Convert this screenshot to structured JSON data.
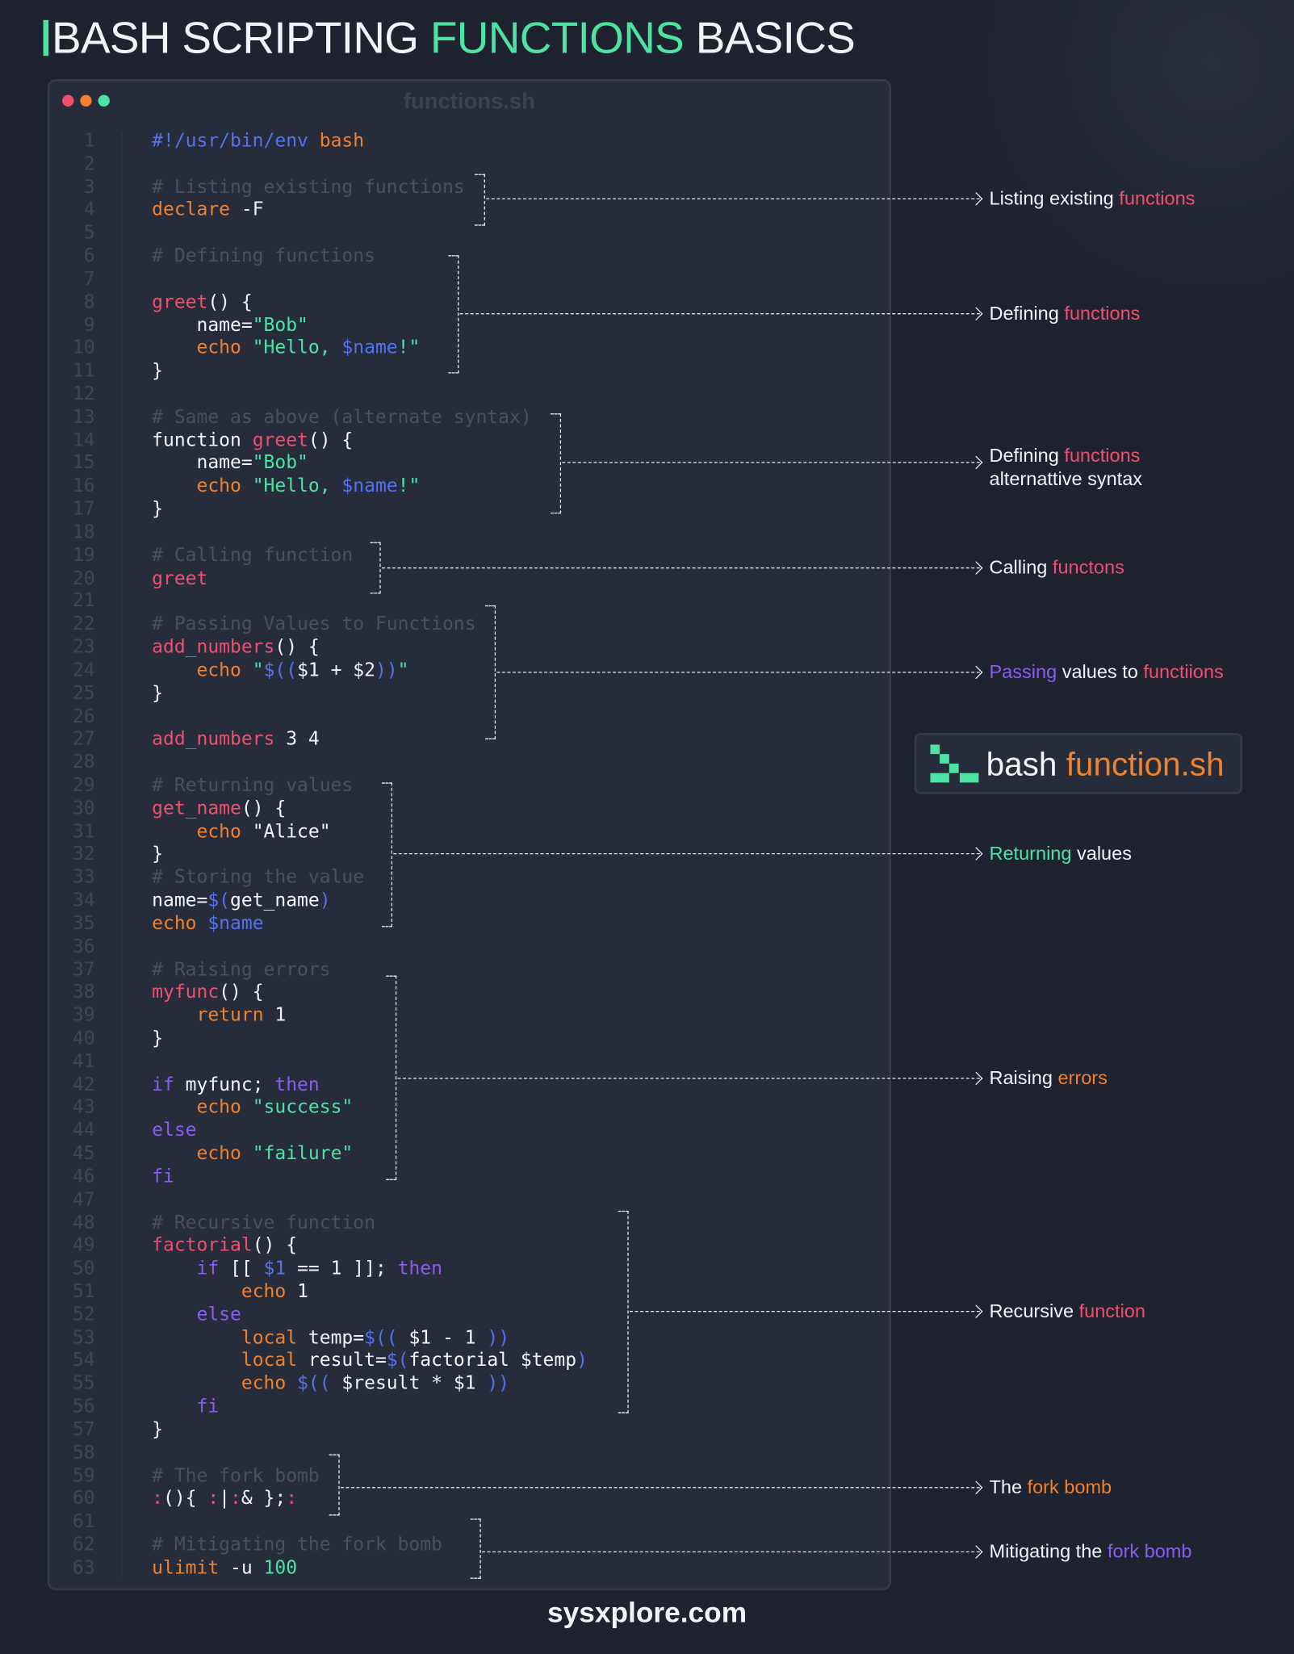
{
  "title": {
    "part1": "BASH SCRIPTING ",
    "part2": "FUNCTIONS",
    "part3": " BASICS"
  },
  "window": {
    "filename": "functions.sh"
  },
  "colors": {
    "red": "#f0506e",
    "orange": "#f0812d",
    "green": "#4fe3a3",
    "blue": "#5472f0",
    "purple": "#8a5cf2",
    "background": "#1f2330"
  },
  "code": {
    "lines": [
      {
        "n": "1",
        "tokens": [
          [
            "#!/usr/bin/env",
            "blue"
          ],
          [
            " bash",
            "orange"
          ]
        ]
      },
      {
        "n": "2",
        "tokens": []
      },
      {
        "n": "3",
        "tokens": [
          [
            "# Listing existing functions",
            "comment"
          ]
        ]
      },
      {
        "n": "4",
        "tokens": [
          [
            "declare",
            "orange"
          ],
          [
            " -F",
            "white"
          ]
        ]
      },
      {
        "n": "5",
        "tokens": []
      },
      {
        "n": "6",
        "tokens": [
          [
            "# Defining functions",
            "comment"
          ]
        ]
      },
      {
        "n": "7",
        "tokens": []
      },
      {
        "n": "8",
        "tokens": [
          [
            "greet",
            "pink"
          ],
          [
            "() {",
            "white"
          ]
        ]
      },
      {
        "n": "9",
        "tokens": [
          [
            "    name=",
            "white"
          ],
          [
            "\"Bob\"",
            "green"
          ]
        ]
      },
      {
        "n": "10",
        "tokens": [
          [
            "    ",
            "white"
          ],
          [
            "echo",
            "orange"
          ],
          [
            " \"Hello, ",
            "green"
          ],
          [
            "$name",
            "blue"
          ],
          [
            "!\"",
            "green"
          ]
        ]
      },
      {
        "n": "11",
        "tokens": [
          [
            "}",
            "white"
          ]
        ]
      },
      {
        "n": "12",
        "tokens": []
      },
      {
        "n": "13",
        "tokens": [
          [
            "# Same as above (alternate syntax)",
            "comment"
          ]
        ]
      },
      {
        "n": "14",
        "tokens": [
          [
            "function ",
            "white"
          ],
          [
            "greet",
            "pink"
          ],
          [
            "() {",
            "white"
          ]
        ]
      },
      {
        "n": "15",
        "tokens": [
          [
            "    name=",
            "white"
          ],
          [
            "\"Bob\"",
            "green"
          ]
        ]
      },
      {
        "n": "16",
        "tokens": [
          [
            "    ",
            "white"
          ],
          [
            "echo",
            "orange"
          ],
          [
            " \"Hello, ",
            "green"
          ],
          [
            "$name",
            "blue"
          ],
          [
            "!\"",
            "green"
          ]
        ]
      },
      {
        "n": "17",
        "tokens": [
          [
            "}",
            "white"
          ]
        ]
      },
      {
        "n": "18",
        "tokens": []
      },
      {
        "n": "19",
        "tokens": [
          [
            "# Calling function",
            "comment"
          ]
        ]
      },
      {
        "n": "20",
        "tokens": [
          [
            "greet",
            "pink"
          ]
        ]
      },
      {
        "n": "21",
        "tokens": []
      },
      {
        "n": "22",
        "tokens": [
          [
            "# Passing Values to Functions",
            "comment"
          ]
        ]
      },
      {
        "n": "23",
        "tokens": [
          [
            "add_numbers",
            "pink"
          ],
          [
            "() {",
            "white"
          ]
        ]
      },
      {
        "n": "24",
        "tokens": [
          [
            "    ",
            "white"
          ],
          [
            "echo",
            "orange"
          ],
          [
            " \"",
            "green"
          ],
          [
            "$((",
            "blue"
          ],
          [
            "$1 + $2",
            "white"
          ],
          [
            "))",
            "blue"
          ],
          [
            "\"",
            "green"
          ]
        ]
      },
      {
        "n": "25",
        "tokens": [
          [
            "}",
            "white"
          ]
        ]
      },
      {
        "n": "26",
        "tokens": []
      },
      {
        "n": "27",
        "tokens": [
          [
            "add_numbers",
            "pink"
          ],
          [
            " 3 4",
            "white"
          ]
        ]
      },
      {
        "n": "28",
        "tokens": []
      },
      {
        "n": "29",
        "tokens": [
          [
            "# Returning values",
            "comment"
          ]
        ]
      },
      {
        "n": "30",
        "tokens": [
          [
            "get_name",
            "pink"
          ],
          [
            "() {",
            "white"
          ]
        ]
      },
      {
        "n": "31",
        "tokens": [
          [
            "    ",
            "white"
          ],
          [
            "echo",
            "orange"
          ],
          [
            " \"Alice\"",
            "white"
          ]
        ]
      },
      {
        "n": "32",
        "tokens": [
          [
            "}",
            "white"
          ]
        ]
      },
      {
        "n": "33",
        "tokens": [
          [
            "# Storing the value",
            "comment"
          ]
        ]
      },
      {
        "n": "34",
        "tokens": [
          [
            "name=",
            "white"
          ],
          [
            "$(",
            "blue"
          ],
          [
            "get_name",
            "white"
          ],
          [
            ")",
            "blue"
          ]
        ]
      },
      {
        "n": "35",
        "tokens": [
          [
            "echo",
            "orange"
          ],
          [
            " $name",
            "blue"
          ]
        ]
      },
      {
        "n": "36",
        "tokens": []
      },
      {
        "n": "37",
        "tokens": [
          [
            "# Raising errors",
            "comment"
          ]
        ]
      },
      {
        "n": "38",
        "tokens": [
          [
            "myfunc",
            "pink"
          ],
          [
            "() {",
            "white"
          ]
        ]
      },
      {
        "n": "39",
        "tokens": [
          [
            "    ",
            "white"
          ],
          [
            "return",
            "orange"
          ],
          [
            " 1",
            "white"
          ]
        ]
      },
      {
        "n": "40",
        "tokens": [
          [
            "}",
            "white"
          ]
        ]
      },
      {
        "n": "41",
        "tokens": []
      },
      {
        "n": "42",
        "tokens": [
          [
            "if",
            "purple"
          ],
          [
            " myfunc; ",
            "white"
          ],
          [
            "then",
            "purple"
          ]
        ]
      },
      {
        "n": "43",
        "tokens": [
          [
            "    ",
            "white"
          ],
          [
            "echo",
            "orange"
          ],
          [
            " \"success\"",
            "green"
          ]
        ]
      },
      {
        "n": "44",
        "tokens": [
          [
            "else",
            "purple"
          ]
        ]
      },
      {
        "n": "45",
        "tokens": [
          [
            "    ",
            "white"
          ],
          [
            "echo",
            "orange"
          ],
          [
            " \"failure\"",
            "green"
          ]
        ]
      },
      {
        "n": "46",
        "tokens": [
          [
            "fi",
            "purple"
          ]
        ]
      },
      {
        "n": "47",
        "tokens": []
      },
      {
        "n": "48",
        "tokens": [
          [
            "# Recursive function",
            "comment"
          ]
        ]
      },
      {
        "n": "49",
        "tokens": [
          [
            "factorial",
            "pink"
          ],
          [
            "() {",
            "white"
          ]
        ]
      },
      {
        "n": "50",
        "tokens": [
          [
            "    ",
            "white"
          ],
          [
            "if",
            "purple"
          ],
          [
            " [[ ",
            "white"
          ],
          [
            "$1",
            "blue"
          ],
          [
            " == 1 ]]; ",
            "white"
          ],
          [
            "then",
            "purple"
          ]
        ]
      },
      {
        "n": "51",
        "tokens": [
          [
            "        ",
            "white"
          ],
          [
            "echo",
            "orange"
          ],
          [
            " 1",
            "white"
          ]
        ]
      },
      {
        "n": "52",
        "tokens": [
          [
            "    ",
            "white"
          ],
          [
            "else",
            "purple"
          ]
        ]
      },
      {
        "n": "53",
        "tokens": [
          [
            "        ",
            "white"
          ],
          [
            "local",
            "orange"
          ],
          [
            " temp=",
            "white"
          ],
          [
            "$((",
            "blue"
          ],
          [
            " $1 - 1 ",
            "white"
          ],
          [
            "))",
            "blue"
          ]
        ]
      },
      {
        "n": "54",
        "tokens": [
          [
            "        ",
            "white"
          ],
          [
            "local",
            "orange"
          ],
          [
            " result=",
            "white"
          ],
          [
            "$(",
            "blue"
          ],
          [
            "factorial $temp",
            "white"
          ],
          [
            ")",
            "blue"
          ]
        ]
      },
      {
        "n": "55",
        "tokens": [
          [
            "        ",
            "white"
          ],
          [
            "echo",
            "orange"
          ],
          [
            " ",
            "white"
          ],
          [
            "$((",
            "blue"
          ],
          [
            " $result * $1 ",
            "white"
          ],
          [
            "))",
            "blue"
          ]
        ]
      },
      {
        "n": "56",
        "tokens": [
          [
            "    ",
            "white"
          ],
          [
            "fi",
            "purple"
          ]
        ]
      },
      {
        "n": "57",
        "tokens": [
          [
            "}",
            "white"
          ]
        ]
      },
      {
        "n": "58",
        "tokens": []
      },
      {
        "n": "59",
        "tokens": [
          [
            "# The fork bomb",
            "comment"
          ]
        ]
      },
      {
        "n": "60",
        "tokens": [
          [
            ":",
            "pink"
          ],
          [
            "(){ ",
            "white"
          ],
          [
            ":",
            "pink"
          ],
          [
            "|",
            "white"
          ],
          [
            ":",
            "pink"
          ],
          [
            "& };",
            "white"
          ],
          [
            ":",
            "pink"
          ]
        ]
      },
      {
        "n": "61",
        "tokens": []
      },
      {
        "n": "62",
        "tokens": [
          [
            "# Mitigating the fork bomb",
            "comment"
          ]
        ]
      },
      {
        "n": "63",
        "tokens": [
          [
            "ulimit",
            "orange"
          ],
          [
            " -u ",
            "white"
          ],
          [
            "100",
            "green"
          ]
        ]
      }
    ]
  },
  "annotations": [
    {
      "lines": [
        [
          [
            "Listing existing ",
            "white"
          ],
          [
            "functions",
            "pink"
          ]
        ]
      ]
    },
    {
      "lines": [
        [
          [
            "Defining ",
            "white"
          ],
          [
            "functions",
            "pink"
          ]
        ]
      ]
    },
    {
      "lines": [
        [
          [
            "Defining ",
            "white"
          ],
          [
            "functions",
            "pink"
          ]
        ],
        [
          [
            "alternattive syntax",
            "white"
          ]
        ]
      ]
    },
    {
      "lines": [
        [
          [
            "Calling ",
            "white"
          ],
          [
            "functons",
            "pink"
          ]
        ]
      ]
    },
    {
      "lines": [
        [
          [
            "Passing",
            "purple"
          ],
          [
            " values to ",
            "white"
          ],
          [
            "functiions",
            "pink"
          ]
        ]
      ]
    },
    {
      "lines": [
        [
          [
            "Returning",
            "green"
          ],
          [
            " values",
            "white"
          ]
        ]
      ]
    },
    {
      "lines": [
        [
          [
            "Raising ",
            "white"
          ],
          [
            "errors",
            "orange"
          ]
        ]
      ]
    },
    {
      "lines": [
        [
          [
            "Recursive ",
            "white"
          ],
          [
            "function",
            "pink"
          ]
        ]
      ]
    },
    {
      "lines": [
        [
          [
            "The ",
            "white"
          ],
          [
            "fork bomb",
            "orange"
          ]
        ]
      ]
    },
    {
      "lines": [
        [
          [
            "Mitigating the ",
            "white"
          ],
          [
            "fork bomb",
            "purple"
          ]
        ]
      ]
    }
  ],
  "badge": {
    "icon": "terminal-prompt-icon",
    "part1": "bash ",
    "part2": "function.sh"
  },
  "footer": {
    "site": "sysxplore.com"
  }
}
